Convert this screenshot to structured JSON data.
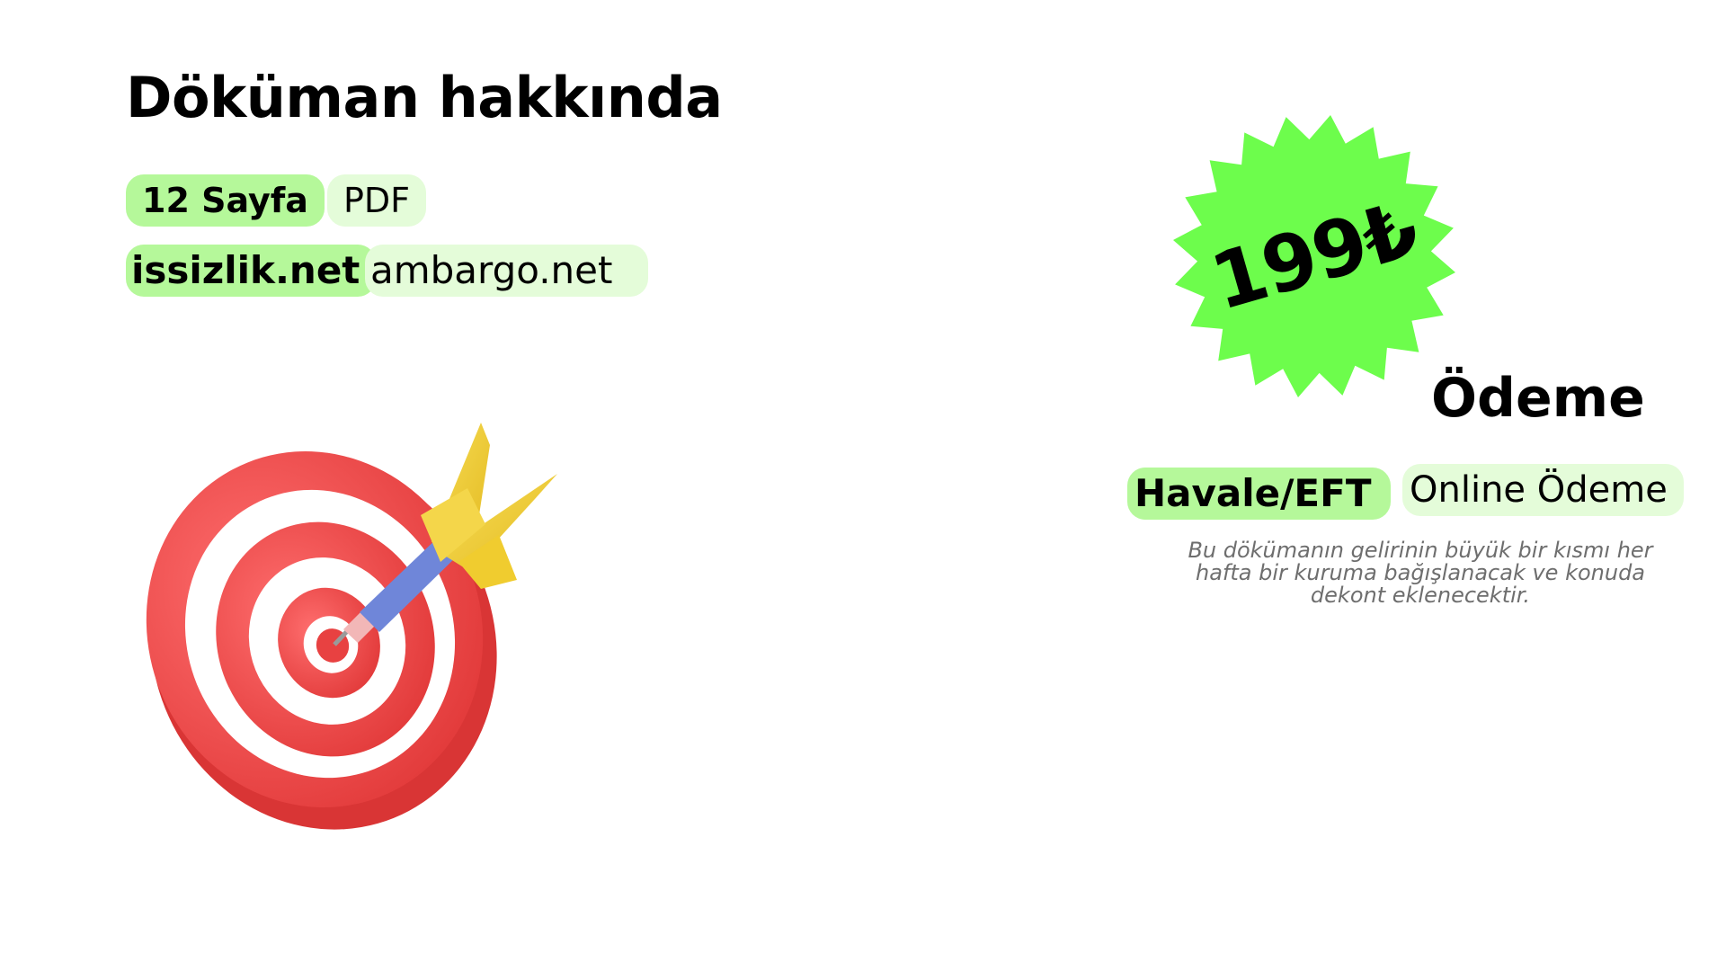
{
  "about": {
    "title": "Döküman hakkında",
    "pages_badge": "12 Sayfa",
    "format_badge": "PDF",
    "site_primary": "issizlik.net",
    "site_secondary": "ambargo.net",
    "illustration": "dartboard-target-icon"
  },
  "price": {
    "value": "199₺",
    "badge_shape": "starburst",
    "badge_color": "#6dfd4c"
  },
  "payment": {
    "heading": "Ödeme",
    "methods": [
      "Havale/EFT",
      "Online Ödeme"
    ],
    "note": "Bu dökümanın gelirinin büyük bir kısmı her hafta bir kuruma bağışlanacak ve konuda dekont eklenecektir."
  },
  "colors": {
    "accent_strong": "#b5f89a",
    "accent_light": "#e4fcd9",
    "badge": "#6dfd4c",
    "target_red": "#ee4b4b",
    "dart_yellow": "#f1cf3a",
    "dart_blue": "#6f86d9"
  }
}
